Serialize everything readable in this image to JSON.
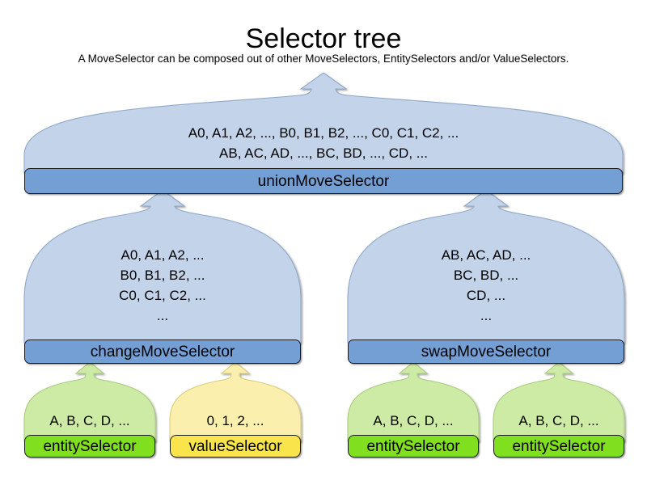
{
  "header": {
    "title": "Selector tree",
    "subtitle": "A MoveSelector can be composed out of other MoveSelectors, EntitySelectors and/or ValueSelectors."
  },
  "diagram": {
    "type": "composition-tree",
    "colors": {
      "move_selector_box": "#749FD4",
      "move_selector_bell": "#C3D4EA",
      "entity_selector_box": "#80E020",
      "entity_selector_bell": "#CDEBA4",
      "value_selector_box": "#F9E44B",
      "value_selector_bell": "#FAEFAD",
      "outline": "#1A1A1A",
      "background": "#FFFFFF"
    },
    "levels": [
      {
        "level": 1,
        "nodes": [
          {
            "id": "unionMoveSelector",
            "label": "unionMoveSelector",
            "kind": "move-selector",
            "samples": [
              "A0, A1, A2, ..., B0, B1, B2, ..., C0, C1, C2, ...",
              "AB, AC, AD, ..., BC, BD, ..., CD, ..."
            ]
          }
        ]
      },
      {
        "level": 2,
        "nodes": [
          {
            "id": "changeMoveSelector",
            "label": "changeMoveSelector",
            "kind": "move-selector",
            "samples": [
              "A0, A1, A2, ...",
              "B0, B1, B2, ...",
              "C0, C1, C2, ...",
              "..."
            ]
          },
          {
            "id": "swapMoveSelector",
            "label": "swapMoveSelector",
            "kind": "move-selector",
            "samples": [
              "AB, AC, AD, ...",
              "BC, BD, ...",
              "CD, ...",
              "..."
            ]
          }
        ]
      },
      {
        "level": 3,
        "nodes": [
          {
            "id": "entitySelector-1",
            "label": "entitySelector",
            "kind": "entity-selector",
            "parent": "changeMoveSelector",
            "samples": [
              "A, B, C, D, ..."
            ]
          },
          {
            "id": "valueSelector-1",
            "label": "valueSelector",
            "kind": "value-selector",
            "parent": "changeMoveSelector",
            "samples": [
              "0, 1, 2, ..."
            ]
          },
          {
            "id": "entitySelector-2",
            "label": "entitySelector",
            "kind": "entity-selector",
            "parent": "swapMoveSelector",
            "samples": [
              "A, B, C, D, ..."
            ]
          },
          {
            "id": "entitySelector-3",
            "label": "entitySelector",
            "kind": "entity-selector",
            "parent": "swapMoveSelector",
            "samples": [
              "A, B, C, D, ..."
            ]
          }
        ]
      }
    ]
  }
}
